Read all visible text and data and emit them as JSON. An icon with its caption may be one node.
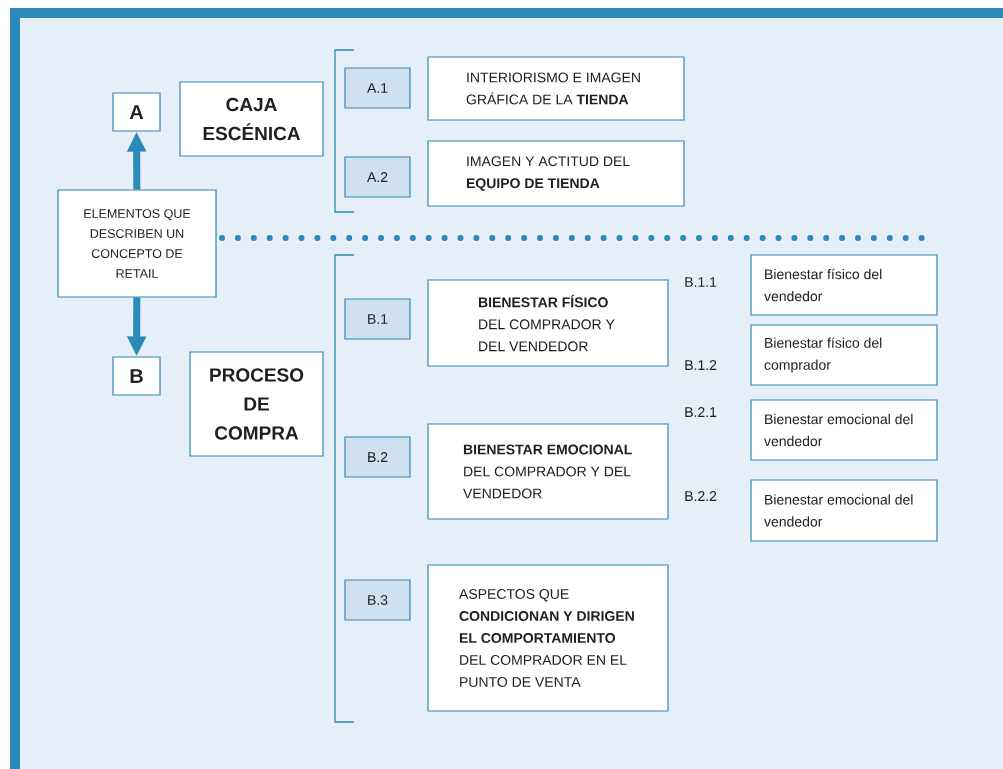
{
  "diagram": {
    "nodes": [
      {
        "text": [
          "A"
        ]
      },
      {
        "text": [
          "CAJA ESCÉNICA"
        ]
      },
      {
        "text": [
          "ELEMENTOS QUE DESCRIBEN UN CONCEPTO DE RETAIL"
        ]
      },
      {
        "text": [
          "B"
        ]
      },
      {
        "text": [
          "PROCESO DE COMPRA"
        ]
      },
      {
        "text": [
          "A.1"
        ]
      },
      {
        "text": [
          "INTERIORISMO E IMAGEN GRÁFICA DE LA **TIENDA**"
        ]
      },
      {
        "text": [
          "A.2"
        ]
      },
      {
        "text": [
          "IMAGEN Y ACTITUD DEL **EQUIPO DE TIENDA**"
        ]
      },
      {
        "text": [
          "B.1"
        ]
      },
      {
        "text": [
          "**BIENESTAR FÍSICO** DEL COMPRADOR Y DEL VENDEDOR"
        ]
      },
      {
        "text": [
          "B.2"
        ]
      },
      {
        "text": [
          "**BIENESTAR EMOCIONAL** DEL COMPRADOR Y DEL VENDEDOR"
        ]
      },
      {
        "text": [
          "B.3"
        ]
      },
      {
        "text": [
          "ASPECTOS QUE **CONDICIONAN Y DIRIGEN EL COMPORTAMIENTO** DEL COMPRADOR EN EL PUNTO DE VENTA"
        ]
      },
      {
        "text": [
          "Bienestar físico del vendedor"
        ]
      },
      {
        "text": [
          "Bienestar físico del comprador"
        ]
      },
      {
        "text": [
          "Bienestar emocional del vendedor"
        ]
      },
      {
        "text": [
          "Bienestar emocional del vendedor"
        ]
      }
    ],
    "labels": [
      "B.1.1",
      "B.1.2",
      "B.2.1",
      "B.2.2"
    ],
    "edges": [
      {
        "from": 2,
        "to": 0,
        "arrow": "to"
      },
      {
        "from": 2,
        "to": 3,
        "arrow": "to"
      }
    ]
  }
}
